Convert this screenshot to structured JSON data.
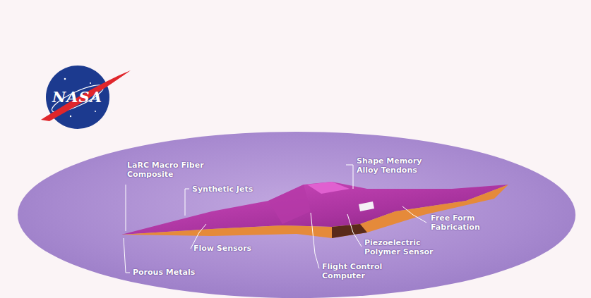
{
  "diagram": {
    "labels": [
      "NASA",
      "LaRC Macro Fiber Composite",
      "Synthetic Jets",
      "Shape Memory Alloy Tendons",
      "Free Form Fabrication",
      "Piezoelectric Polymer Sensor",
      "Flow Sensors",
      "Flight Control Computer",
      "Porous Metals"
    ]
  }
}
